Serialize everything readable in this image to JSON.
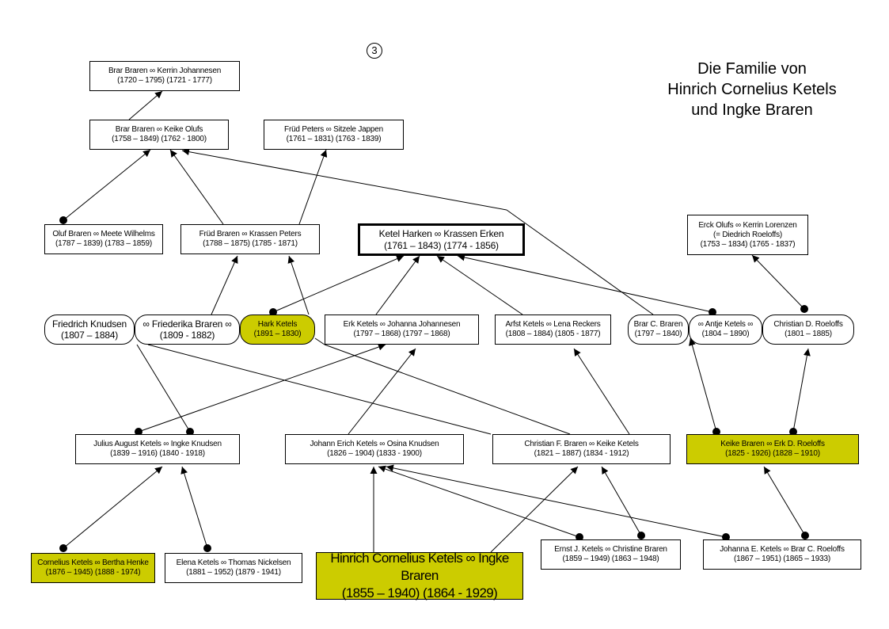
{
  "marker": "3",
  "title": [
    "Die Familie von",
    "Hinrich Cornelius Ketels",
    "und Ingke Braren"
  ],
  "nodes": {
    "brar_kerrin": [
      "Brar Braren ∞ Kerrin Johannesen",
      "(1720 – 1795) (1721 - 1777)"
    ],
    "brar_keike": [
      "Brar Braren ∞ Keike Olufs",
      "(1758 – 1849) (1762 - 1800)"
    ],
    "frud_sitzele": [
      "Früd Peters ∞ Sitzele Jappen",
      "(1761 – 1831) (1763 - 1839)"
    ],
    "oluf_meete": [
      "Oluf Braren ∞ Meete Wilhelms",
      "(1787 – 1839)    (1783 – 1859)"
    ],
    "frud_krassen": [
      "Früd Braren ∞ Krassen Peters",
      "(1788 – 1875)    (1785 - 1871)"
    ],
    "ketel_krassen": [
      "Ketel Harken ∞ Krassen Erken",
      "(1761 – 1843)  (1774 - 1856)"
    ],
    "erck_kerrin": [
      "Erck Olufs ∞ Kerrin Lorenzen",
      "(= Diedrich Roeloffs)",
      "(1753 – 1834)      (1765 - 1837)"
    ],
    "friedrich": [
      "Friedrich Knudsen",
      "(1807 – 1884)"
    ],
    "friederika": [
      "∞  Friederika Braren   ∞",
      "(1809 - 1882)"
    ],
    "hark": [
      "Hark Ketels",
      "(1891 – 1830)"
    ],
    "erk_johanna": [
      "Erk Ketels ∞ Johanna Johannesen",
      "(1797 – 1868)   (1797 – 1868)"
    ],
    "arfst_lena": [
      "Arfst Ketels ∞ Lena Reckers",
      "(1808 – 1884)   (1805 - 1877)"
    ],
    "brar_c": [
      "Brar C. Braren",
      "(1797 – 1840)"
    ],
    "antje": [
      "∞ Antje Ketels   ∞",
      "(1804 – 1890)"
    ],
    "christian_d": [
      "Christian D. Roeloffs",
      "(1801 – 1885)"
    ],
    "julius_ingke": [
      "Julius August Ketels ∞ Ingke Knudsen",
      "(1839 – 1916)     (1840 - 1918)"
    ],
    "johann_osina": [
      "Johann Erich Ketels ∞ Osina Knudsen",
      "(1826 – 1904)     (1833 - 1900)"
    ],
    "christian_keike": [
      "Christian F. Braren  ∞ Keike Ketels",
      "(1821 – 1887)      (1834 - 1912)"
    ],
    "keike_erk": [
      "Keike Braren ∞ Erk D. Roeloffs",
      "(1825 - 1926)  (1828 – 1910)"
    ],
    "cornelius_bertha": [
      "Cornelius Ketels ∞ Bertha Henke",
      "(1876 – 1945)    (1888 - 1974)"
    ],
    "elena_thomas": [
      "Elena Ketels ∞ Thomas Nickelsen",
      "(1881 – 1952)     (1879 - 1941)"
    ],
    "hinrich_ingke": [
      "Hinrich Cornelius Ketels  ∞ Ingke Braren",
      "(1855 – 1940)  (1864 - 1929)"
    ],
    "ernst_christine": [
      "Ernst J. Ketels ∞ Christine Braren",
      "(1859 – 1949)      (1863 – 1948)"
    ],
    "johanna_brar": [
      "Johanna E. Ketels ∞ Brar C. Roeloffs",
      "(1867 – 1951)      (1865 – 1933)"
    ]
  },
  "colors": {
    "highlight": "#cccc00",
    "line": "#000000"
  }
}
